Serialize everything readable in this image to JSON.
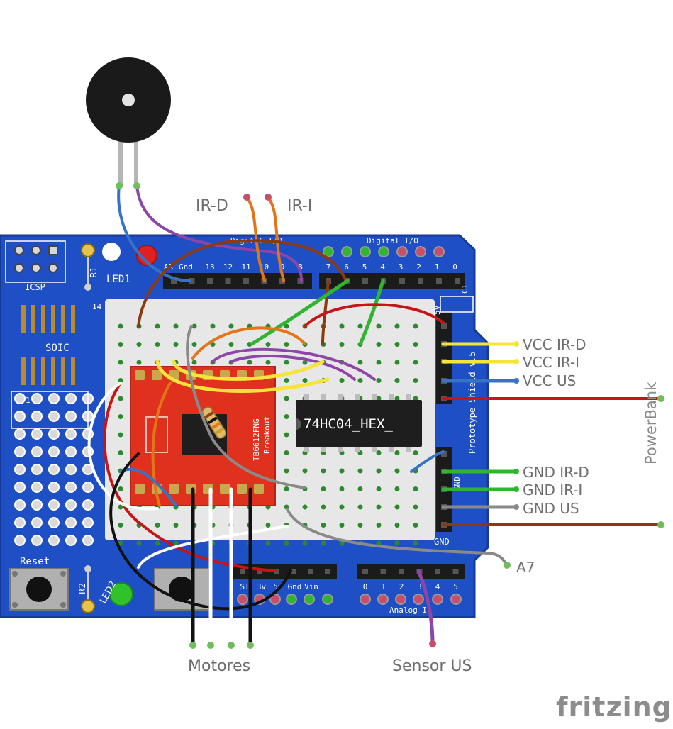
{
  "labels": {
    "ir_d": "IR-D",
    "ir_i": "IR-I",
    "motores": "Motores",
    "sensor_us": "Sensor US",
    "a7": "A7",
    "powerbank": "PowerBank",
    "vcc_ir_d": "VCC IR-D",
    "vcc_ir_i": "VCC IR-I",
    "vcc_us": "VCC US",
    "gnd_ir_d": "GND IR-D",
    "gnd_ir_i": "GND IR-I",
    "gnd_us": "GND US"
  },
  "board": {
    "icsp": "ICSP",
    "digital_io_left": "Digital I/O",
    "digital_io_right": "Digital I/O",
    "analog_in": "Analog In",
    "soic": "SOIC",
    "reset": "Reset",
    "led1": "LED1",
    "led2": "LED2",
    "r1": "R1",
    "r2": "R2",
    "c1": "C1",
    "aref": "AR",
    "gnd_pin": "Gnd",
    "pin_numbers_left": [
      "13",
      "12",
      "11",
      "10",
      "9",
      "8"
    ],
    "pin_numbers_right": [
      "7",
      "6",
      "5",
      "4",
      "3",
      "2",
      "1",
      "0"
    ],
    "power_pins": [
      "ST",
      "3v",
      "5v",
      "Gnd",
      "Vin"
    ],
    "analog_pins": [
      "0",
      "1",
      "2",
      "3",
      "4",
      "5"
    ],
    "gnd_label": "GND",
    "gnd_side": "GND",
    "five_v": "5V",
    "shield_name": "Prototype Shield v.5",
    "row_14": "14",
    "row_1": "1"
  },
  "chips": {
    "hex_inverter": "74HC04_HEX_",
    "driver_line1": "TB6612FNG",
    "driver_line2": "Breakout"
  },
  "brand": "fritzing",
  "colors": {
    "board_blue": "#1f4fc4",
    "board_edge": "#1a3f9e",
    "breadboard": "#e7e7e7",
    "driver_red": "#e0301e",
    "chip_black": "#1e1e1e",
    "wire_yellow": "#f5e43a",
    "wire_green": "#2fb52f",
    "wire_blue": "#3673c7",
    "wire_red": "#c41616",
    "wire_brown": "#8b3a10",
    "wire_orange": "#e37418",
    "wire_purple": "#8d46a8",
    "wire_grey": "#8a8a8a",
    "wire_black": "#111111",
    "wire_white": "#ffffff",
    "text_grey": "#6d6d6d"
  }
}
